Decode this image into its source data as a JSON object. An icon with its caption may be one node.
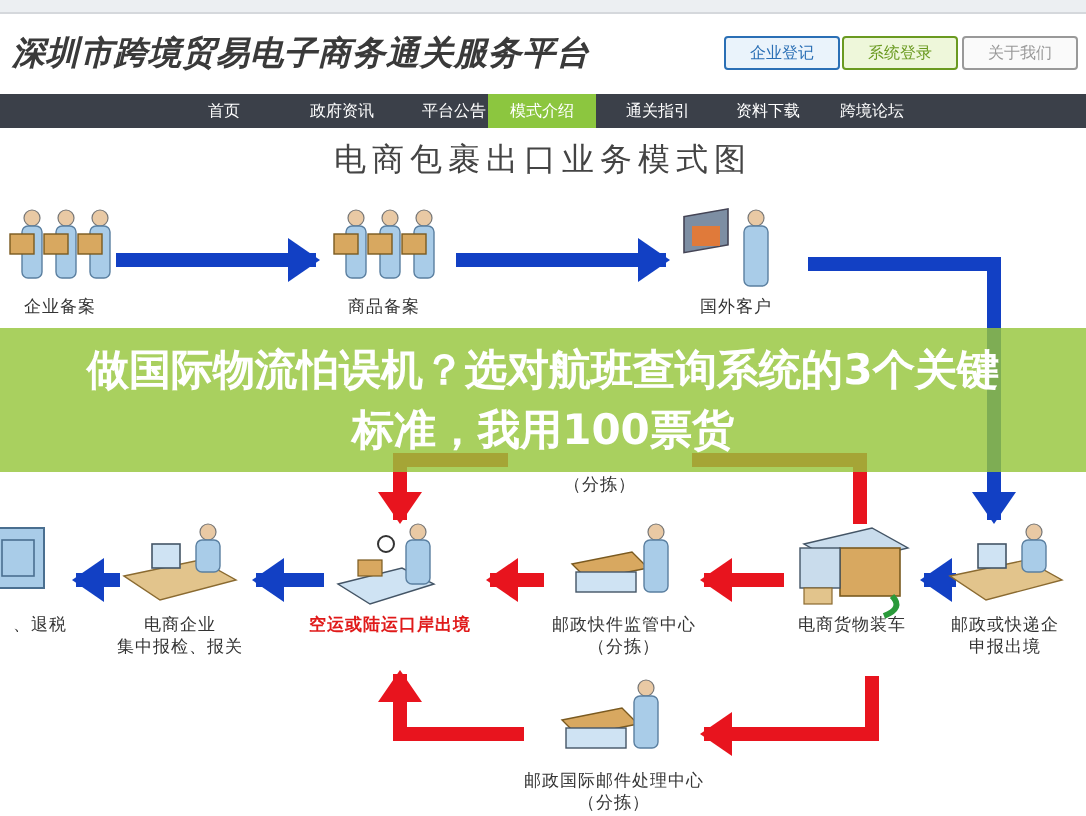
{
  "diagram": {
    "title": "电商包裹出口业务模式图",
    "caption": "做国际物流怕误机？选对航班查询系统的3个关键标准，我用100票货",
    "nodes": [
      {
        "text": [
          "企业备案"
        ]
      },
      {
        "text": [
          "商品备案"
        ]
      },
      {
        "text": [
          "国外客户"
        ]
      },
      {
        "text": [
          "（分拣）"
        ]
      },
      {
        "text": [
          "、退税"
        ]
      },
      {
        "text": [
          "电商企业集中报检、报关"
        ]
      },
      {
        "text": [
          "空运或陆运口岸出境"
        ]
      },
      {
        "text": [
          "邮政快件监管中心（分拣）"
        ]
      },
      {
        "text": [
          "电商货物装车"
        ]
      },
      {
        "text": [
          "邮政或快递企申报出境"
        ]
      },
      {
        "text": [
          "邮政国际邮件处理中心（分拣）"
        ]
      }
    ],
    "edges": [
      {
        "from": 0,
        "to": 1,
        "arrow": "to",
        "color": "#1240c4"
      },
      {
        "from": 1,
        "to": 2,
        "arrow": "to",
        "color": "#1240c4"
      },
      {
        "from": 2,
        "to": 9,
        "arrow": "to",
        "color": "#1240c4"
      },
      {
        "from": 9,
        "to": 8,
        "arrow": "to",
        "color": "#1240c4"
      },
      {
        "from": 8,
        "to": 7,
        "arrow": "to",
        "color": "#e8141e"
      },
      {
        "from": 7,
        "to": 6,
        "arrow": "to",
        "color": "#e8141e"
      },
      {
        "from": 6,
        "to": 5,
        "arrow": "to",
        "color": "#1240c4"
      },
      {
        "from": 5,
        "to": 4,
        "arrow": "to",
        "color": "#1240c4"
      },
      {
        "from": 8,
        "to": 10,
        "arrow": "to",
        "color": "#e8141e"
      },
      {
        "from": 10,
        "to": 6,
        "arrow": "to",
        "color": "#e8141e"
      },
      {
        "from": 8,
        "to": 3,
        "arrow": "none",
        "color": "#e8141e"
      },
      {
        "from": 3,
        "to": 6,
        "arrow": "to",
        "color": "#e8141e"
      }
    ],
    "labels": [
      "深圳市跨境贸易电子商务通关服务平台",
      "企业登记",
      "系统登录",
      "关于我们",
      "首页",
      "政府资讯",
      "平台公告",
      "模式介绍",
      "通关指引",
      "资料下载",
      "跨境论坛"
    ]
  }
}
